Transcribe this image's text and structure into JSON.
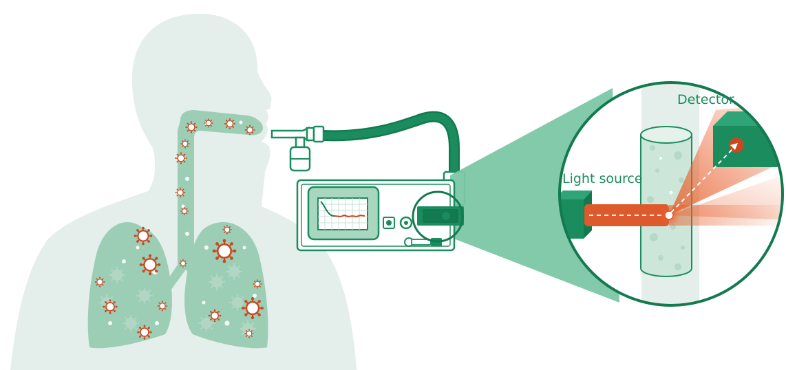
{
  "labels": {
    "light_source": "Light source",
    "detector": "Detector"
  },
  "colors": {
    "body": "#e4eeea",
    "lung": "#9ccdb5",
    "lung_dark": "#7cbc9f",
    "green": "#1a8c5e",
    "green_dark": "#137a4f",
    "beam": "#dd5a2c",
    "virus": "#c8481f",
    "zoom_cone": "#7cc7a6"
  },
  "icons": [
    "virus-icon",
    "ventilator",
    "display-screen",
    "sensor-module",
    "light-source-block",
    "detector-block"
  ]
}
